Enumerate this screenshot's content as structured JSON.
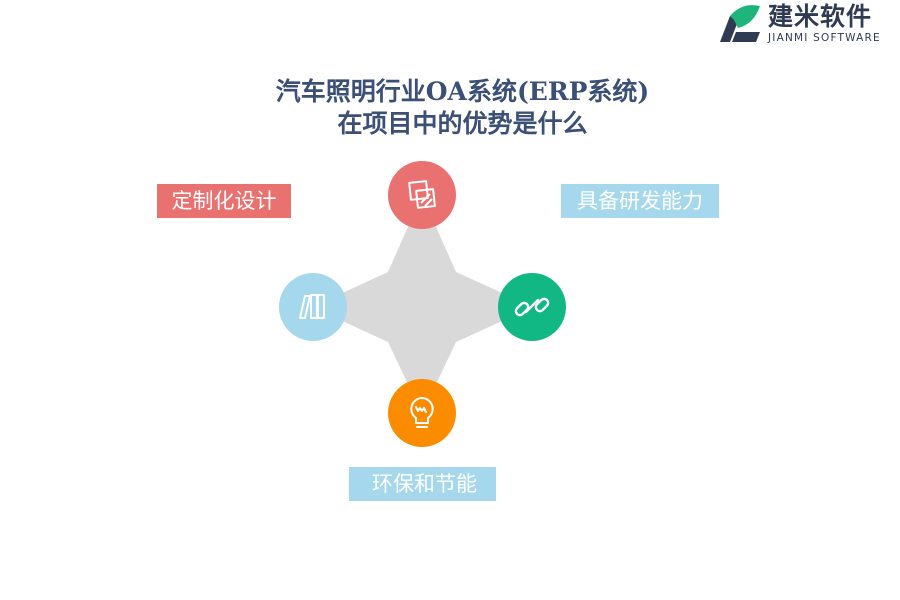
{
  "brand": {
    "name": "建米软件",
    "subtitle": "JIANMI SOFTWARE",
    "colors": {
      "navy": "#2f3b52",
      "green": "#1fb57a"
    }
  },
  "title": {
    "line1": "汽车照明行业OA系统(ERP系统)",
    "line2": "在项目中的优势是什么"
  },
  "items": [
    {
      "label": "定制化设计",
      "icon": "pages-icon",
      "color": "#e97170"
    },
    {
      "label": "具备研发能力",
      "icon": "link-icon",
      "color": "#12b884"
    },
    {
      "label": "环保和节能",
      "icon": "lightbulb-icon",
      "color": "#fb8c00"
    },
    {
      "label": "",
      "icon": "books-icon",
      "color": "#a5d8ec"
    }
  ],
  "colors": {
    "star": "#d9d9d9",
    "title": "#3b4f77",
    "label_blue_bg": "#a5d8ec"
  }
}
